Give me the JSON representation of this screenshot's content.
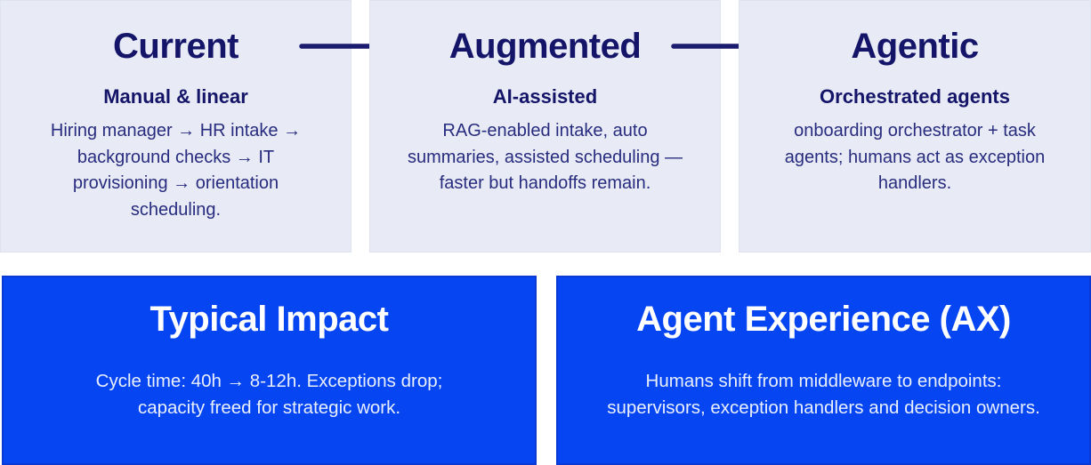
{
  "colors": {
    "page_bg": "#ffffff",
    "card_bg": "#e8ebf6",
    "card_border": "#dfe3ef",
    "heading_navy": "#141468",
    "body_navy": "#282c7e",
    "arrow_navy": "#1b1b6f",
    "panel_bg": "#0646f2",
    "panel_border": "#0a3ad3",
    "panel_title": "#ffffff",
    "panel_body": "#e9effc"
  },
  "stages": [
    {
      "title": "Current",
      "subtitle": "Manual & linear",
      "body": "Hiring manager → HR intake → background checks → IT provisioning → orientation scheduling.",
      "body_lines": [
        "Hiring manager → HR intake →",
        "background checks → IT",
        "provisioning → orientation",
        "scheduling."
      ]
    },
    {
      "title": "Augmented",
      "subtitle": "AI-assisted",
      "body": "RAG-enabled intake, auto summaries, assisted scheduling — faster but handoffs remain.",
      "body_lines": [
        "RAG-enabled intake, auto",
        "summaries, assisted scheduling —",
        "faster but handoffs remain."
      ]
    },
    {
      "title": "Agentic",
      "subtitle": "Orchestrated agents",
      "body": "onboarding orchestrator + task agents; humans act as exception handlers.",
      "body_lines": [
        "onboarding orchestrator + task",
        "agents; humans act as exception",
        "handlers."
      ]
    }
  ],
  "arrows": [
    {
      "name": "current-to-augmented"
    },
    {
      "name": "augmented-to-agentic"
    }
  ],
  "panels": [
    {
      "title": "Typical Impact",
      "body": "Cycle time: 40h → 8-12h. Exceptions drop; capacity freed for strategic work.",
      "body_lines": [
        "Cycle time: 40h → 8-12h. Exceptions drop;",
        "capacity freed for strategic work."
      ]
    },
    {
      "title": "Agent Experience (AX)",
      "body": "Humans shift from middleware to endpoints: supervisors, exception handlers and decision owners.",
      "body_lines": [
        "Humans shift from middleware to endpoints:",
        "supervisors, exception handlers and decision owners."
      ]
    }
  ]
}
